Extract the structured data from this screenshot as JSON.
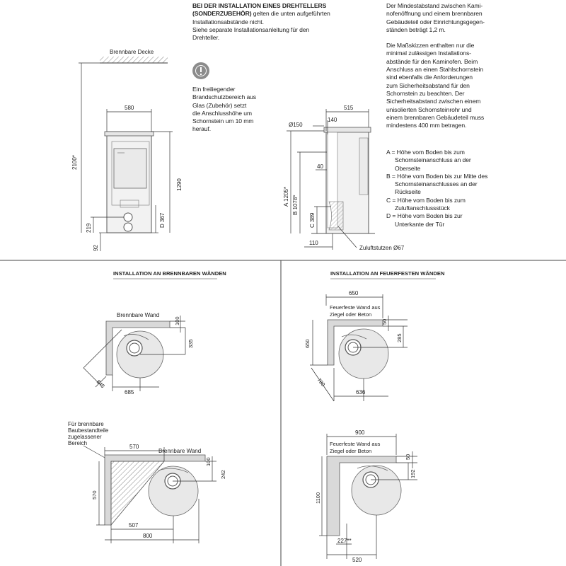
{
  "top_left_text": {
    "line1_bold": "BEI DER INSTALLATION EINES DREHTELLERS",
    "line2_bold": "(SONDERZUBEHÖR)",
    "line2_rest": " gelten die unten aufgeführten",
    "line3": "Installationsabstände nicht.",
    "line4": "Siehe separate Installationsanleitung für den",
    "line5": "Drehteller."
  },
  "warning_icon": "exclamation-circle-icon",
  "glass_note": [
    "Ein freiliegender",
    "Brandschutzbereich aus",
    "Glas (Zubehör) setzt",
    "die Anschlusshöhe um",
    "Schornstein um 10 mm",
    "herauf."
  ],
  "top_right_text": [
    "Der Mindestabstand zwischen Kami-",
    "nofenöffnung und einem brennbaren",
    "Gebäudeteil oder Einrichtungsgegen-",
    "ständen beträgt 1,2 m.",
    "",
    "Die Maßskizzen enthalten nur die",
    "minimal zulässigen Installations-",
    "abstände für den Kaminofen. Beim",
    "Anschluss an einen Stahlschornstein",
    "sind ebenfalls die Anforderungen",
    "zum Sicherheitsabstand für den",
    "Schornstein zu beachten. Der",
    "Sicherheitsabstand zwischen einem",
    "unisolierten Schornsteinrohr und",
    "einem brennbaren Gebäudeteil muss",
    "mindestens 400 mm betragen."
  ],
  "legend": [
    [
      "A = Höhe vom Boden bis zum",
      "Schornsteinanschluss an der",
      "Oberseite"
    ],
    [
      "B = Höhe vom Boden bis zur Mitte des",
      "Schornsteinanschlusses an der",
      "Rückseite"
    ],
    [
      "C = Höhe vom Boden bis zum",
      "Zuluftanschlussstück"
    ],
    [
      "D = Höhe vom Boden bis zur",
      "Unterkante der Tür"
    ]
  ],
  "front_view": {
    "ceiling_label": "Brennbare Decke",
    "width": "580",
    "total_height": "2100*",
    "height_right": "1290",
    "d_label": "D 367",
    "h219": "219",
    "h92": "92"
  },
  "side_view": {
    "depth": "515",
    "pipe": "Ø150",
    "d140": "140",
    "d40": "40",
    "a": "A 1205*",
    "b": "B 1078*",
    "c": "C 389",
    "d110": "110",
    "air_inlet": "Zuluftstutzen Ø67"
  },
  "section_left": {
    "title": "INSTALLATION AN BRENNBAREN WÄNDEN",
    "wall_label_1": "Brennbare Wand",
    "d100": "100",
    "d335": "335",
    "d848": "848",
    "d685": "685",
    "protect_label": [
      "Für brennbare",
      "Baubestandteile",
      "zugelassener",
      "Bereich"
    ],
    "d570_top": "570",
    "wall_label_2": "Brennbare Wand",
    "d570_left": "570",
    "d100b": "100",
    "d242": "242",
    "d507": "507",
    "d800": "800"
  },
  "section_right": {
    "title": "INSTALLATION AN FEUERFESTEN WÄNDEN",
    "d650_top": "650",
    "wall_label_1": [
      "Feuerfeste Wand aus",
      "Ziegel oder Beton"
    ],
    "d50": "50",
    "d650_left": "650",
    "d285": "285",
    "d780": "780",
    "d636": "636",
    "d900": "900",
    "wall_label_2": [
      "Feuerfeste Wand aus",
      "Ziegel oder Beton"
    ],
    "d50b": "50",
    "d192": "192",
    "d1100": "1100",
    "d227": "227**",
    "d520": "520"
  }
}
